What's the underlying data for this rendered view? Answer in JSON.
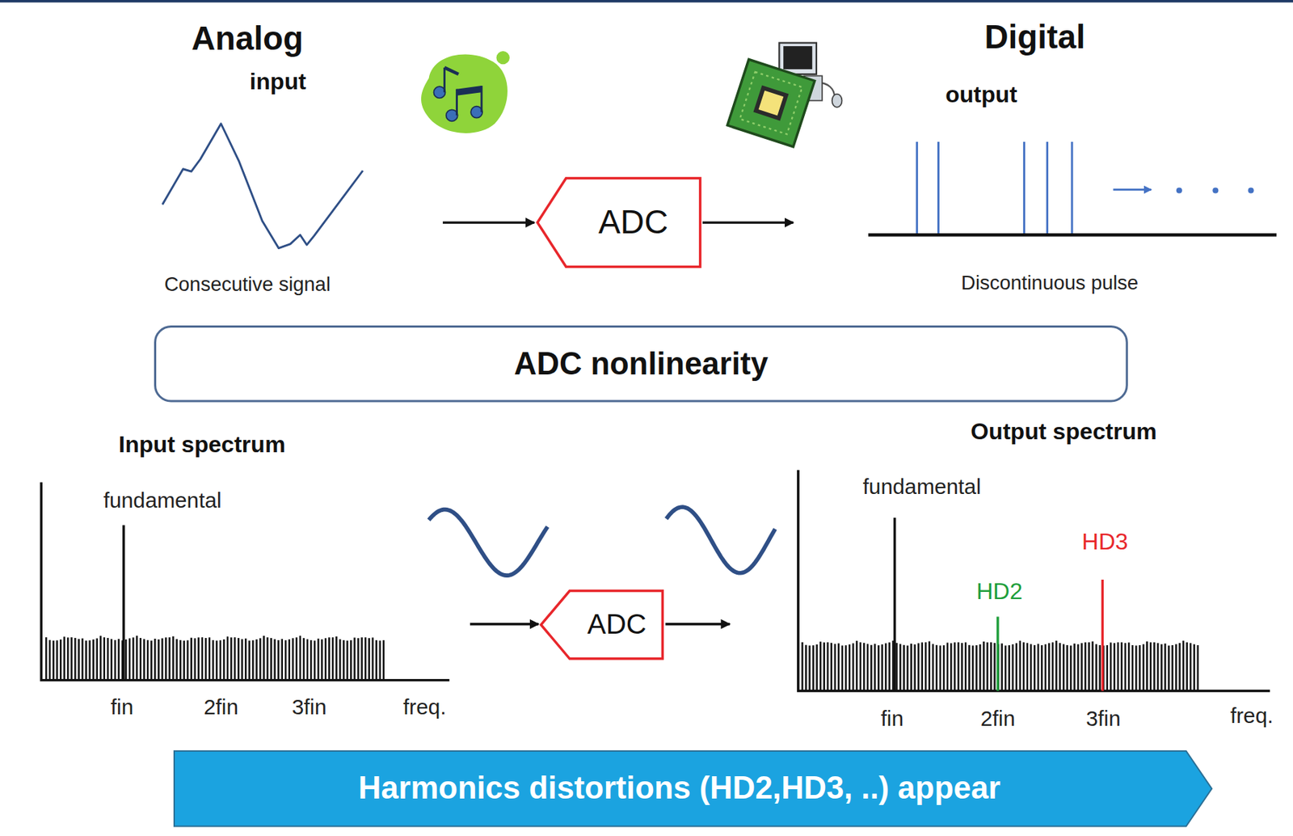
{
  "diagram": {
    "nodes": [
      {
        "text": [
          "ADC"
        ]
      },
      {
        "text": [
          "ADC nonlinearity"
        ]
      },
      {
        "text": [
          "ADC"
        ]
      },
      {
        "text": [
          "Harmonics distortions (HD2,HD3, ..) appear"
        ]
      }
    ],
    "labels": [
      "Analog",
      "input",
      "Consecutive signal",
      "Digital",
      "output",
      "Discontinuous pulse",
      "Input spectrum",
      "fundamental",
      "fin",
      "2fin",
      "3fin",
      "freq.",
      "Output spectrum",
      "fundamental",
      "HD2",
      "HD3",
      "fin",
      "2fin",
      "3fin",
      "freq."
    ]
  }
}
